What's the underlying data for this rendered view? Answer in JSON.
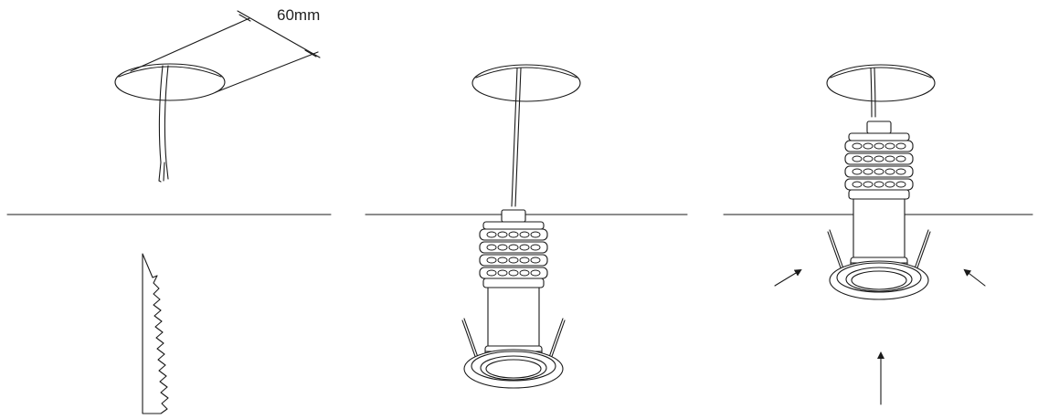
{
  "diagram": {
    "dimension_label": "60mm",
    "steps": [
      {
        "id": "step-1",
        "content": "cut-hole-and-saw"
      },
      {
        "id": "step-2",
        "content": "fixture-hanging"
      },
      {
        "id": "step-3",
        "content": "fixture-pushed-in"
      }
    ],
    "line_color": "#1a1a1a",
    "background": "#ffffff"
  }
}
